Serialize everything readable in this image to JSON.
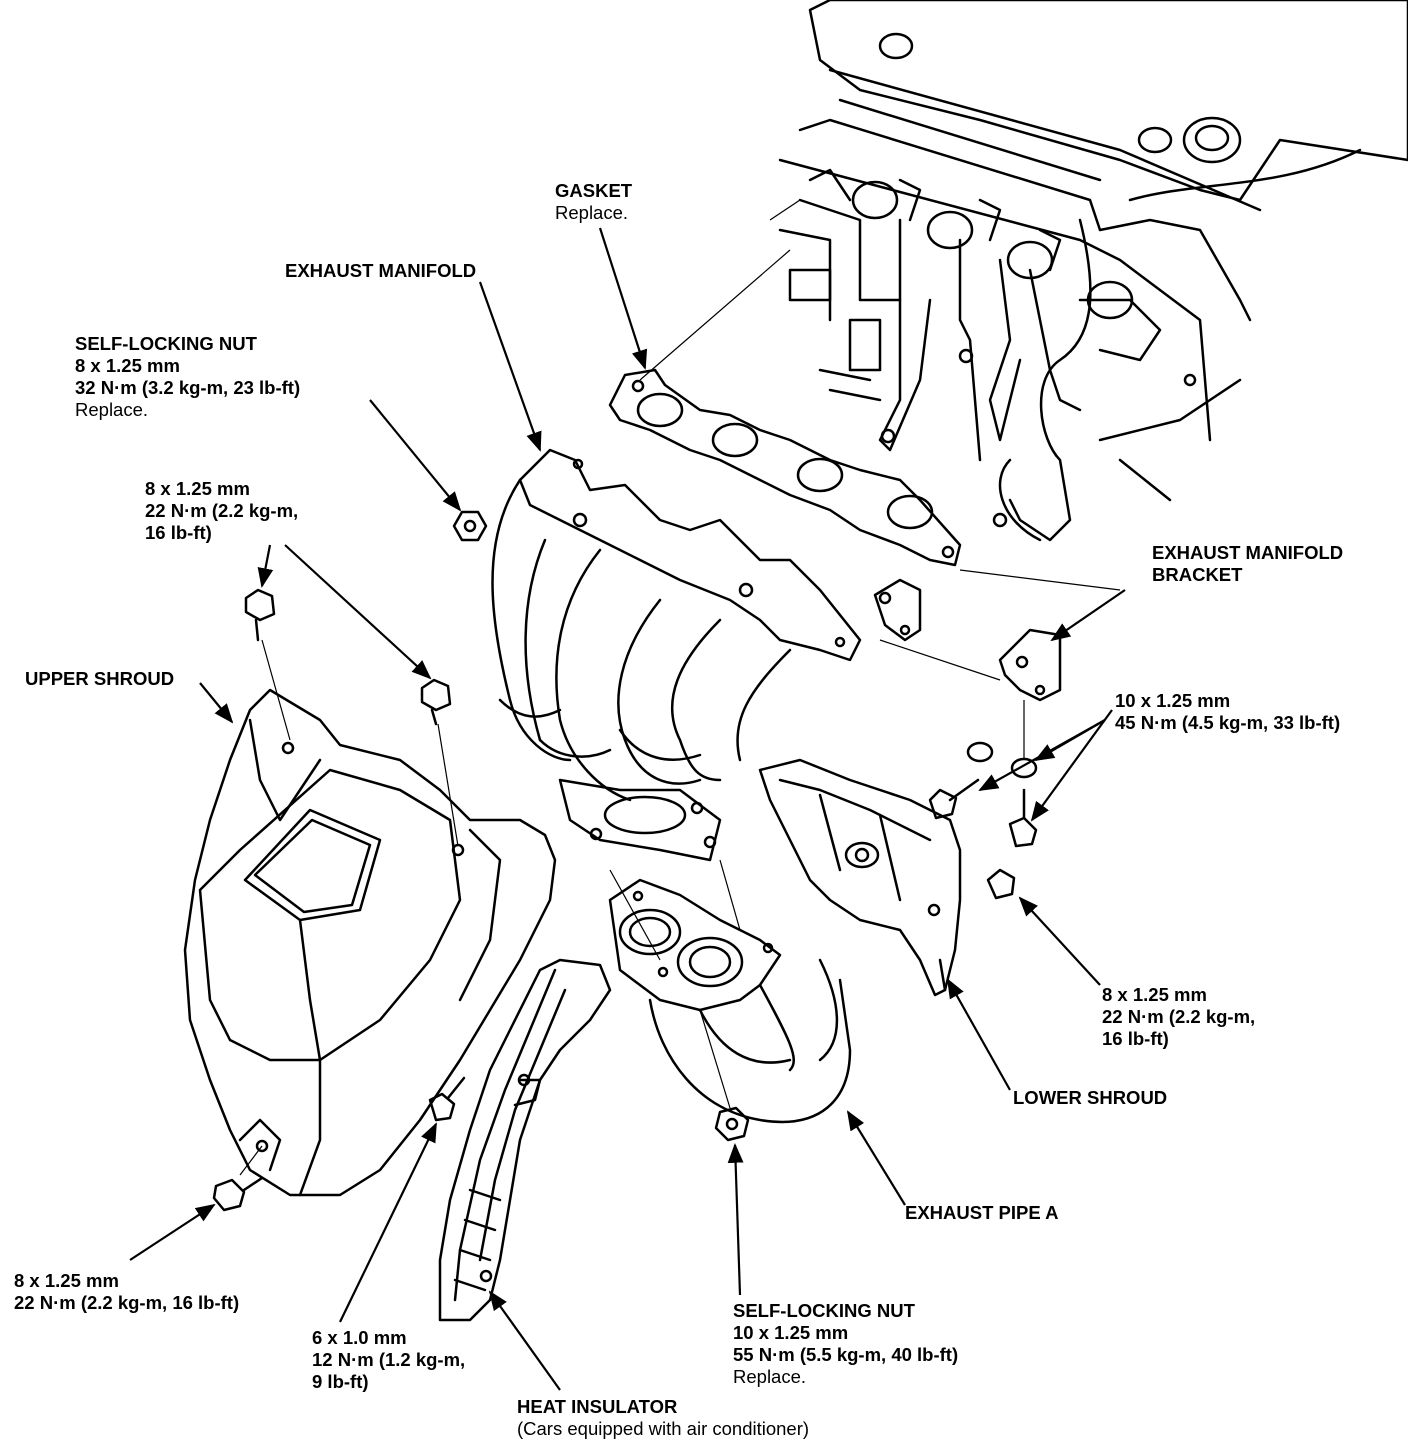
{
  "labels": {
    "gasket": {
      "title": "GASKET",
      "note": "Replace."
    },
    "exhaust_manifold": {
      "title": "EXHAUST MANIFOLD"
    },
    "self_locking_nut_upper": {
      "title": "SELF-LOCKING NUT",
      "size": "8 x 1.25 mm",
      "torque": "32 N·m (3.2 kg-m, 23 lb-ft)",
      "note": "Replace."
    },
    "bolt_upper_shroud": {
      "size": "8 x 1.25 mm",
      "torque_line1": "22 N·m (2.2 kg-m,",
      "torque_line2": "16 lb-ft)"
    },
    "upper_shroud": {
      "title": "UPPER SHROUD"
    },
    "exhaust_manifold_bracket": {
      "title_line1": "EXHAUST MANIFOLD",
      "title_line2": "BRACKET"
    },
    "bracket_bolts": {
      "size": "10 x 1.25 mm",
      "torque": "45 N·m (4.5 kg-m, 33 lb-ft)"
    },
    "lower_shroud_bolt": {
      "size": "8 x 1.25 mm",
      "torque_line1": "22 N·m (2.2 kg-m,",
      "torque_line2": "16 lb-ft)"
    },
    "lower_shroud": {
      "title": "LOWER SHROUD"
    },
    "exhaust_pipe_a": {
      "title": "EXHAUST PIPE A"
    },
    "self_locking_nut_lower": {
      "title": "SELF-LOCKING NUT",
      "size": "10 x 1.25 mm",
      "torque": "55 N·m (5.5 kg-m, 40 lb-ft)",
      "note": "Replace."
    },
    "heat_insulator": {
      "title": "HEAT INSULATOR",
      "note": "(Cars equipped with air conditioner)"
    },
    "insulator_bolt": {
      "size": "6 x 1.0 mm",
      "torque_line1": "12 N·m (1.2 kg-m,",
      "torque_line2": "9 lb-ft)"
    },
    "shroud_bottom_bolt": {
      "size": "8 x 1.25 mm",
      "torque": "22 N·m (2.2 kg-m, 16 lb-ft)"
    }
  }
}
